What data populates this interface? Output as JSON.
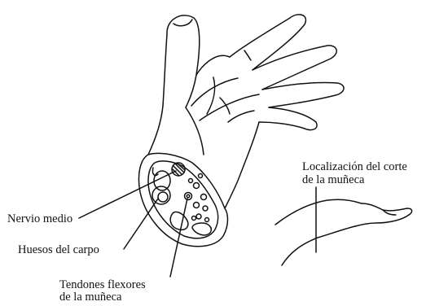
{
  "labels": {
    "median_nerve": "Nervio medio",
    "carpal_bones": "Huesos del carpo",
    "flexor_tendons_line1": "Tendones flexores",
    "flexor_tendons_line2": "de la muñeca",
    "cut_location_line1": "Localización del corte",
    "cut_location_line2": "de la muñeca"
  },
  "colors": {
    "ink": "#111111",
    "background": "#ffffff"
  }
}
